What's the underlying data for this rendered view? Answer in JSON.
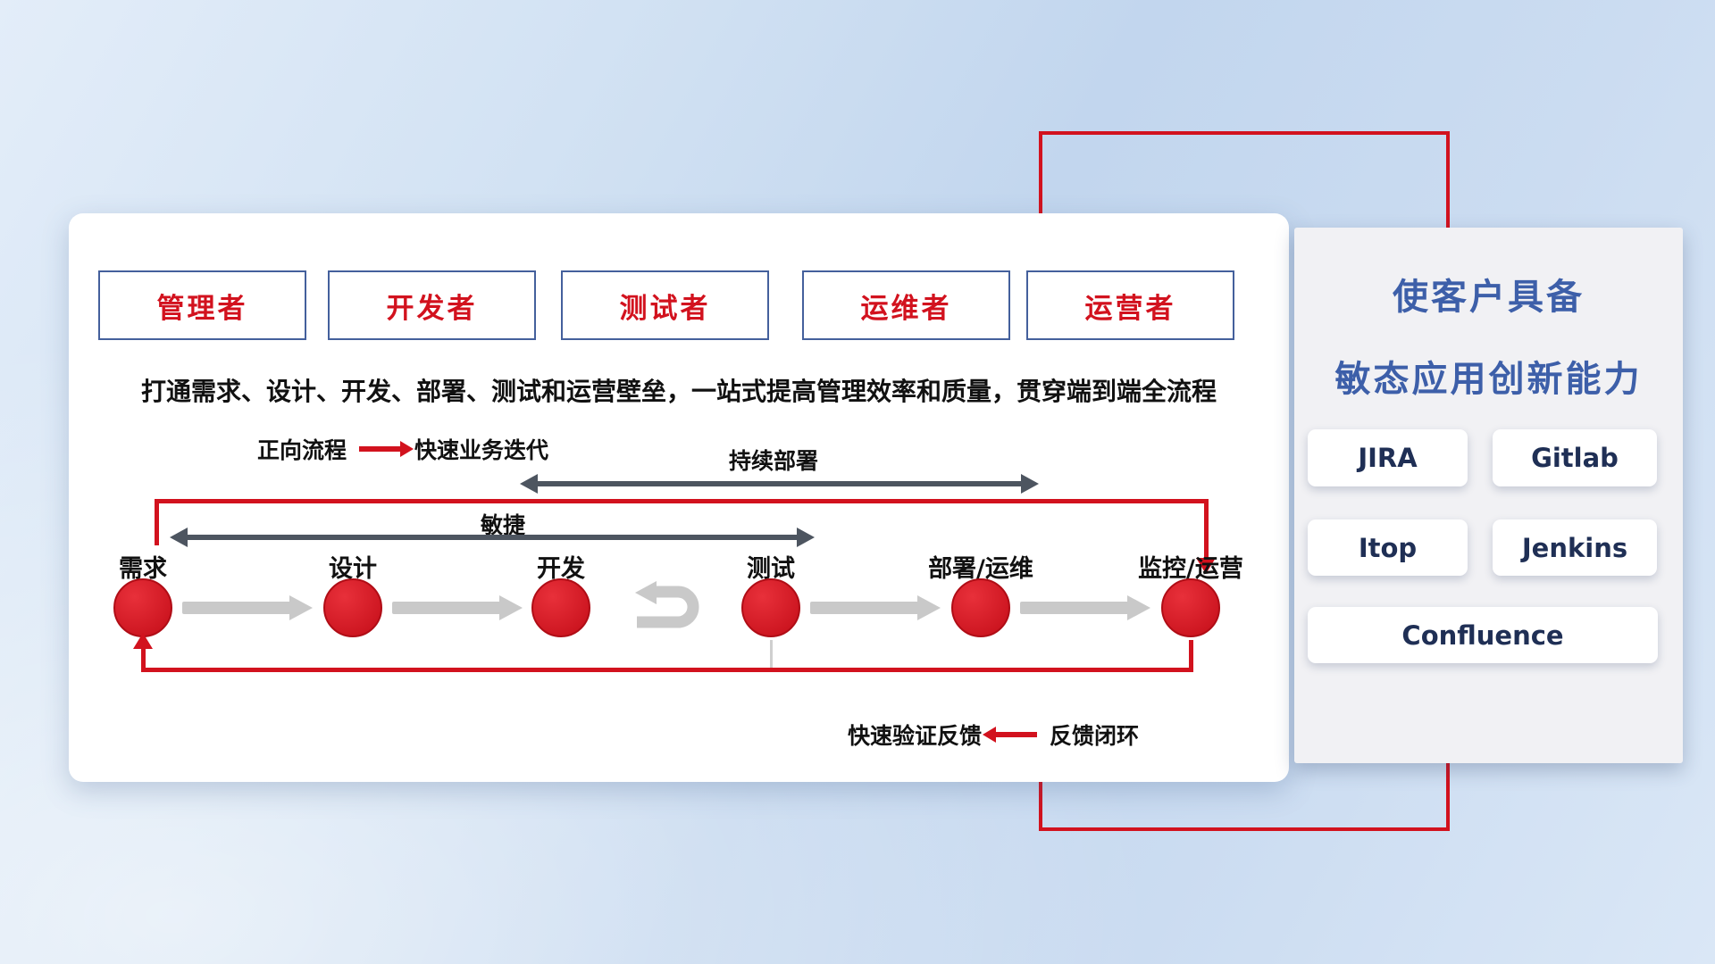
{
  "colors": {
    "red": "#d2121e",
    "title_blue": "#3d5fa9",
    "dark_arrow_gray": "#4d5560",
    "light_arrow_gray": "#c9c9c9",
    "navy_button_text": "#1f2f55",
    "role_box_border": "#44609c"
  },
  "card": {
    "roles": [
      "管理者",
      "开发者",
      "测试者",
      "运维者",
      "运营者"
    ],
    "subtitle": "打通需求、设计、开发、部署、测试和运营壁垒，一站式提高管理效率和质量，贯穿端到端全流程",
    "forward_legend": {
      "label": "正向流程",
      "desc": "快速业务迭代"
    },
    "continuous_deploy_label": "持续部署",
    "agile_label": "敏捷",
    "nodes": [
      "需求",
      "设计",
      "开发",
      "测试",
      "部署/运维",
      "监控/运营"
    ],
    "feedback_legend": {
      "desc": "快速验证反馈",
      "label": "反馈闭环"
    }
  },
  "right_panel": {
    "title_line1": "使客户具备",
    "title_line2": "敏态应用创新能力",
    "tools": [
      "JIRA",
      "Gitlab",
      "Itop",
      "Jenkins",
      "Confluence"
    ]
  }
}
